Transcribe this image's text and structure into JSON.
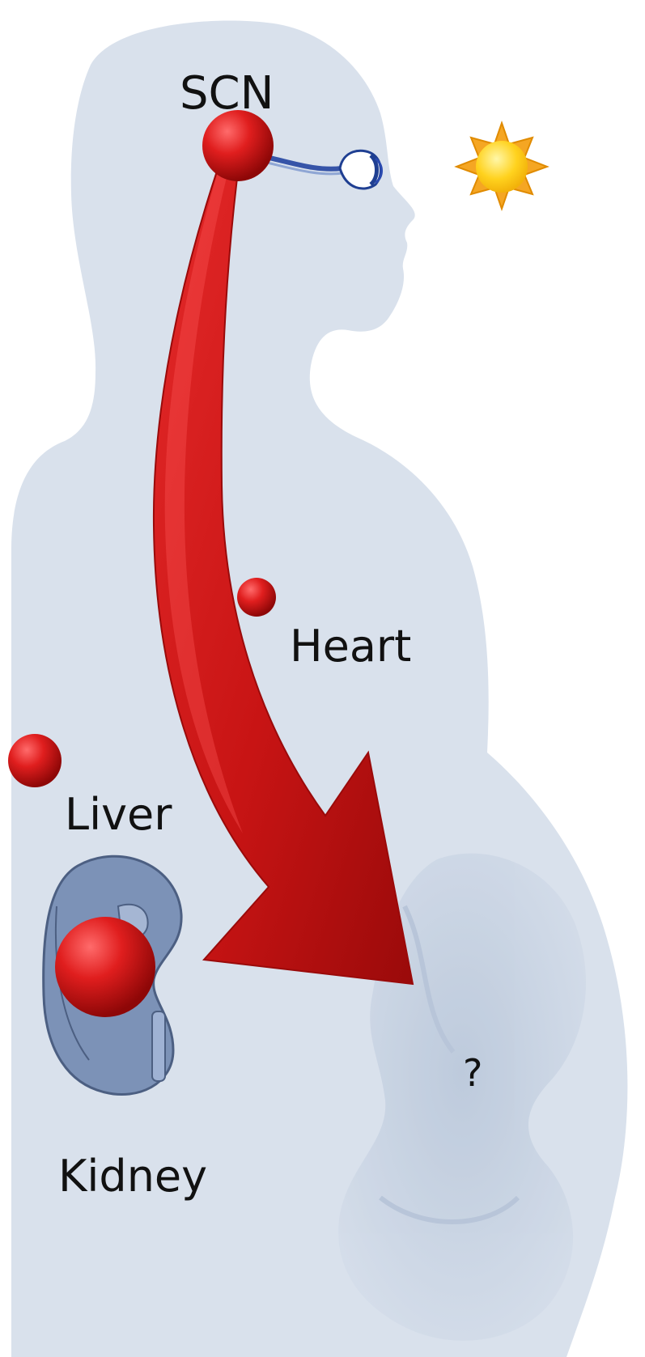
{
  "labels": {
    "scn": "SCN",
    "heart": "Heart",
    "liver": "Liver",
    "kidney": "Kidney",
    "fetus": "?"
  },
  "icons": {
    "light_source": "sun-icon",
    "eye": "eye-icon",
    "kidney": "kidney-icon",
    "fetus": "fetus-silhouette",
    "body": "pregnant-body-silhouette",
    "signal": "curved-arrow"
  },
  "colors": {
    "background": "#ffffff",
    "body_silhouette": "#d9e1ec",
    "fetus": "#c8d3e2",
    "clock_node": "#d01818",
    "arrow": "#c81414",
    "kidney": "#7c92b7",
    "sun": "#ffd21e",
    "sun_rays": "#f5a623",
    "eye_outline": "#1f3f92",
    "text": "#111111"
  }
}
